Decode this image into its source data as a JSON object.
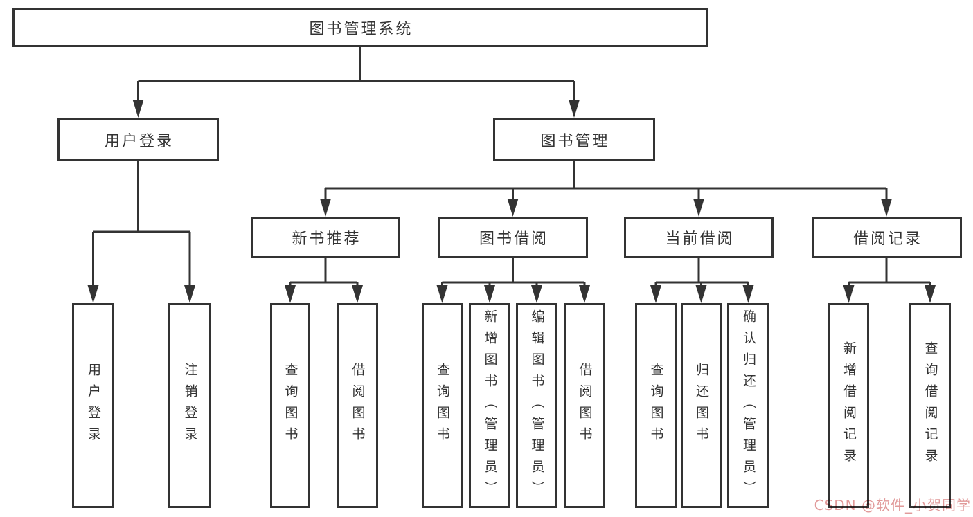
{
  "tree": {
    "root": {
      "label": "图书管理系统"
    },
    "level2": [
      {
        "id": "user-login",
        "label": "用户登录"
      },
      {
        "id": "book-mgmt",
        "label": "图书管理"
      }
    ],
    "level3": [
      {
        "id": "new-book-recommend",
        "parent": "图书管理",
        "label": "新书推荐"
      },
      {
        "id": "book-borrow",
        "parent": "图书管理",
        "label": "图书借阅"
      },
      {
        "id": "current-borrow",
        "parent": "图书管理",
        "label": "当前借阅"
      },
      {
        "id": "borrow-records",
        "parent": "图书管理",
        "label": "借阅记录"
      }
    ],
    "leaves": [
      {
        "parent": "用户登录",
        "label": "用户登录"
      },
      {
        "parent": "用户登录",
        "label": "注销登录"
      },
      {
        "parent": "新书推荐",
        "label": "查询图书"
      },
      {
        "parent": "新书推荐",
        "label": "借阅图书"
      },
      {
        "parent": "图书借阅",
        "label": "查询图书"
      },
      {
        "parent": "图书借阅",
        "label": "新增图书（管理员）"
      },
      {
        "parent": "图书借阅",
        "label": "编辑图书（管理员）"
      },
      {
        "parent": "图书借阅",
        "label": "借阅图书"
      },
      {
        "parent": "当前借阅",
        "label": "查询图书"
      },
      {
        "parent": "当前借阅",
        "label": "归还图书"
      },
      {
        "parent": "当前借阅",
        "label": "确认归还（管理员）"
      },
      {
        "parent": "借阅记录",
        "label": "新增借阅记录"
      },
      {
        "parent": "借阅记录",
        "label": "查询借阅记录"
      }
    ]
  },
  "watermark": {
    "text": "CSDN @软件_小贺同学",
    "color": "#E19A9A"
  },
  "colors": {
    "line": "#333333",
    "box_border": "#333333",
    "box_background": "#FFFFFF",
    "text": "#333333",
    "page_background": "#FFFFFF"
  }
}
